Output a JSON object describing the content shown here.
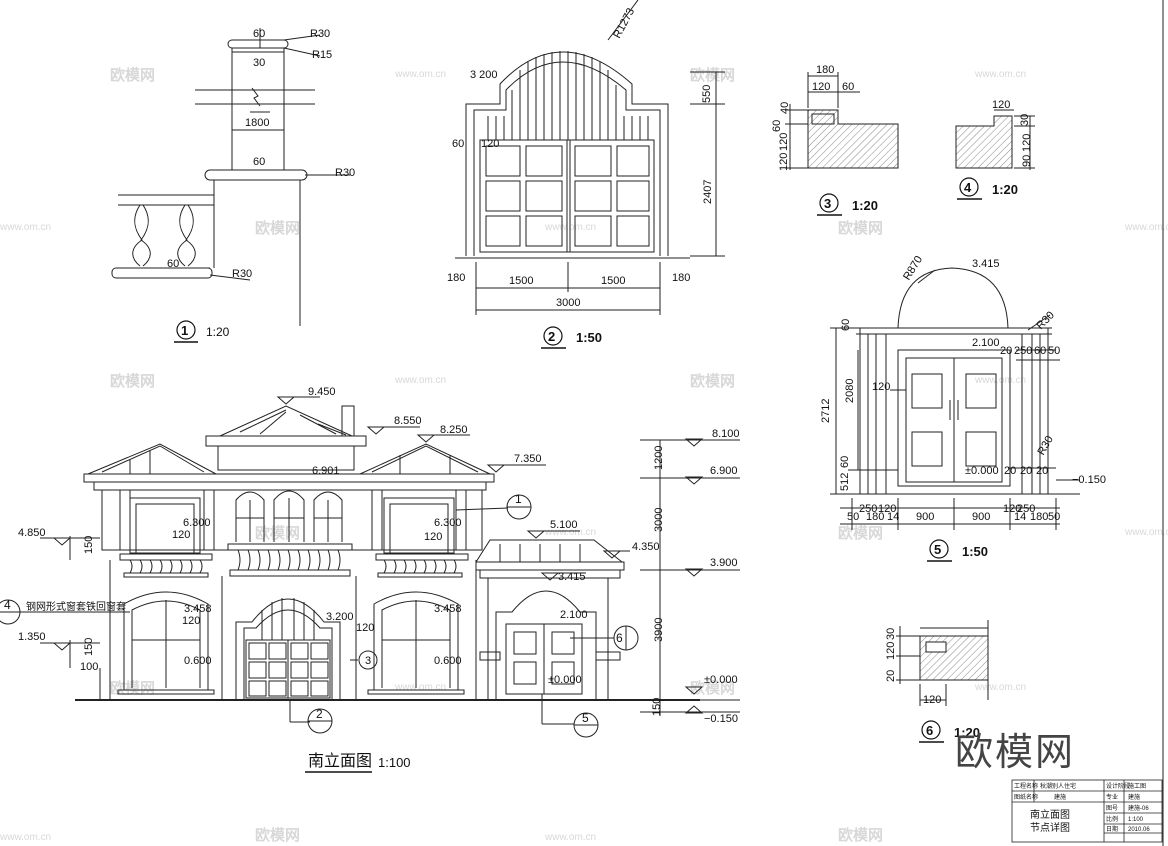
{
  "drawing_title": "南立面图",
  "drawing_scale": "1:100",
  "brand_logo": "欧模网",
  "watermarks": {
    "brand": "欧模网",
    "url": "www.om.cn"
  },
  "details": {
    "d1": {
      "number": "1",
      "scale": "1:20"
    },
    "d2": {
      "number": "2",
      "scale": "1:50"
    },
    "d3": {
      "number": "3",
      "scale": "1:20"
    },
    "d4": {
      "number": "4",
      "scale": "1:20"
    },
    "d5": {
      "number": "5",
      "scale": "1:50"
    },
    "d6": {
      "number": "6",
      "scale": "1:20"
    }
  },
  "dims_d1": {
    "d60a": "60",
    "r30a": "R30",
    "r15": "R15",
    "d30": "30",
    "d1800": "1800",
    "d60b": "60",
    "r30b": "R30",
    "d60c": "60",
    "r30c": "R30"
  },
  "dims_d2": {
    "r": "R1273",
    "d3200": "3 200",
    "d550": "550",
    "d60": "60",
    "d120": "120",
    "d2407": "2407",
    "d180a": "180",
    "d1500a": "1500",
    "d1500b": "1500",
    "d180b": "180",
    "d3000": "3000"
  },
  "dims_d3": {
    "d180": "180",
    "d120": "120",
    "d60a": "60",
    "d40": "40",
    "d60b": "60",
    "d120b": "120",
    "d120c": "120"
  },
  "dims_d4": {
    "d120": "120",
    "d30": "30",
    "d120b": "120",
    "d90": "90"
  },
  "dims_d5": {
    "r870": "R870",
    "e3415": "3.415",
    "d60": "60",
    "r30a": "R30",
    "e2100": "2.100",
    "d20a": "20",
    "d250a": "250",
    "d60b": "60",
    "d50a": "50",
    "d120": "120",
    "d2712": "2712",
    "d2080": "2080",
    "r30b": "R30",
    "d60c": "60",
    "e0000": "±0.000",
    "d20b": "20",
    "d20c": "20",
    "d20d": "20",
    "d512": "512",
    "en0150": "−0.150",
    "bottom": [
      "50",
      "250",
      "120",
      "180",
      "14",
      "900",
      "900",
      "120",
      "250",
      "14",
      "180",
      "50"
    ]
  },
  "dims_d6": {
    "d30": "30",
    "d120a": "120",
    "d120b": "120",
    "d20": "20"
  },
  "elevation": {
    "e9450": "9.450",
    "e8550": "8.550",
    "e8250": "8.250",
    "e7350": "7.350",
    "e6901": "6.901",
    "e6300a": "6.300",
    "e6300b": "6.300",
    "d120a": "120",
    "d120b": "120",
    "e5100": "5.100",
    "e4850": "4.850",
    "d150a": "150",
    "e4350": "4.350",
    "e3415": "3.415",
    "e3458a": "3.458",
    "e3458b": "3.458",
    "d120c": "120",
    "d120d": "120",
    "e3200": "3.200",
    "e2100": "2.100",
    "e1350": "1.350",
    "d150b": "150",
    "d100": "100",
    "e0600a": "0.600",
    "e0600b": "0.600",
    "e0000": "±0.000",
    "note": "钢网形式窗套铁回窗套"
  },
  "right_levels": {
    "l8100": "8.100",
    "l6900": "6.900",
    "l3900": "3.900",
    "l0000": "±0.000",
    "ln0150": "−0.150",
    "d1200": "1200",
    "d3000": "3000",
    "d3900": "3900",
    "d150": "150"
  },
  "callouts": {
    "c1": "1",
    "c2": "2",
    "c3": "3",
    "c4": "4",
    "c5": "5",
    "c6": "6"
  },
  "title_block": {
    "r1a": "工程名称",
    "r1b": "秋潮别人住宅",
    "r1c": "设计阶段",
    "r1d": "施工图",
    "r2a": "图纸名称",
    "r2b": "南立面图",
    "r2c": "专业",
    "r2d": "建施",
    "r3c": "图号",
    "r3d": "建施-06",
    "r4a": "节点详图",
    "r4c": "比例",
    "r4d": "1:100",
    "r5c": "日期",
    "r5d": "2010.06"
  }
}
